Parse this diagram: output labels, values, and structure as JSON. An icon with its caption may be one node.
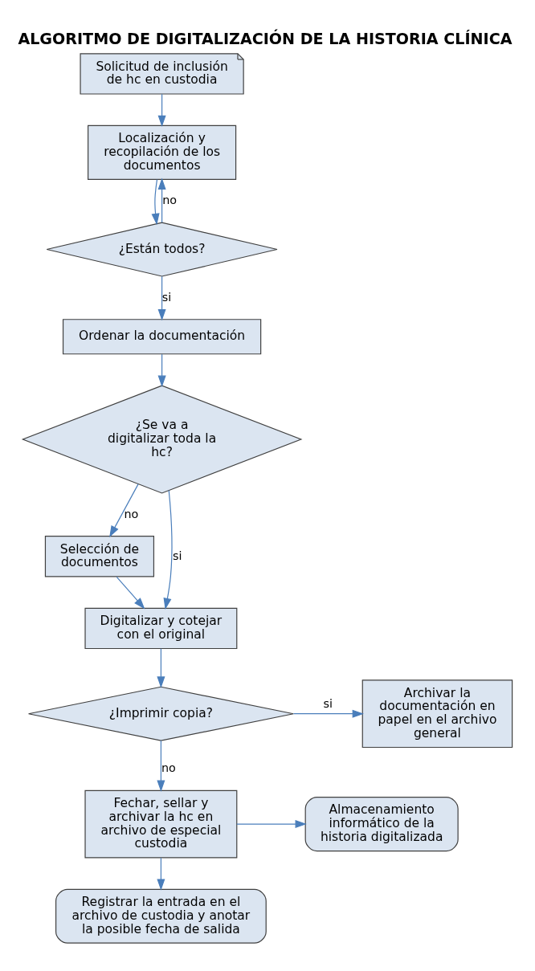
{
  "diagram": {
    "title": "ALGORITMO DE DIGITALIZACIÓN DE LA HISTORIA CLÍNICA",
    "nodes": [
      {
        "text": [
          "Solicitud de inclusión de hc en custodia"
        ]
      },
      {
        "text": [
          "Localización y recopilación de los documentos"
        ]
      },
      {
        "text": [
          "¿Están todos?"
        ]
      },
      {
        "text": [
          "Ordenar la documentación"
        ]
      },
      {
        "text": [
          "¿Se va a digitalizar toda la hc?"
        ]
      },
      {
        "text": [
          "Selección de documentos"
        ]
      },
      {
        "text": [
          "Digitalizar y cotejar con el original"
        ]
      },
      {
        "text": [
          "¿Imprimir copia?"
        ]
      },
      {
        "text": [
          "Archivar la documentación en papel en el archivo general"
        ]
      },
      {
        "text": [
          "Fechar, sellar y archivar la hc en archivo de especial custodia"
        ]
      },
      {
        "text": [
          "Almacenamiento informático de la historia digitalizada"
        ]
      },
      {
        "text": [
          "Registrar la entrada en el archivo de custodia y anotar la posible fecha de salida"
        ]
      }
    ],
    "edges": [
      {
        "from": 0,
        "to": 1,
        "arrow": "to"
      },
      {
        "from": 1,
        "to": 2,
        "arrow": "to"
      },
      {
        "from": 2,
        "to": 1,
        "arrow": "to",
        "label": "no"
      },
      {
        "from": 2,
        "to": 3,
        "arrow": "to",
        "label": "si"
      },
      {
        "from": 3,
        "to": 4,
        "arrow": "to"
      },
      {
        "from": 4,
        "to": 5,
        "arrow": "to",
        "label": "no"
      },
      {
        "from": 4,
        "to": 6,
        "arrow": "to",
        "label": "si"
      },
      {
        "from": 5,
        "to": 6,
        "arrow": "to"
      },
      {
        "from": 6,
        "to": 7,
        "arrow": "to"
      },
      {
        "from": 7,
        "to": 8,
        "arrow": "to",
        "label": "si"
      },
      {
        "from": 7,
        "to": 9,
        "arrow": "to",
        "label": "no"
      },
      {
        "from": 9,
        "to": 10,
        "arrow": "to"
      },
      {
        "from": 9,
        "to": 11,
        "arrow": "to"
      }
    ]
  }
}
